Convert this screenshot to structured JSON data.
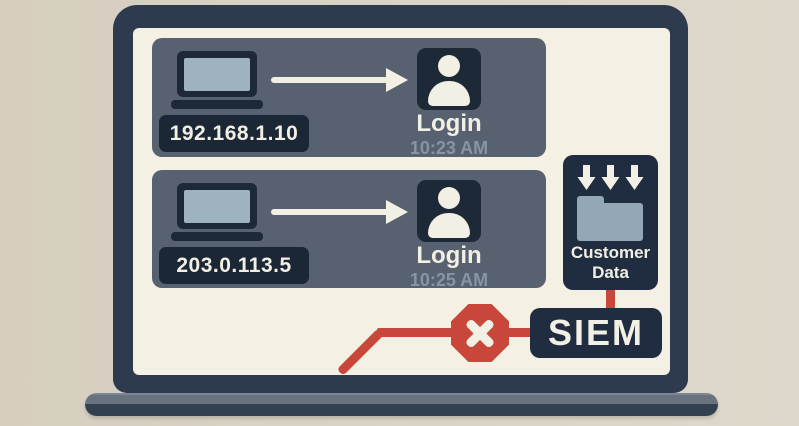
{
  "colors": {
    "background": "#d6cfc0",
    "background_light": "#ddd8cb",
    "bezel": "#2e3a4d",
    "screen": "#f5f0e4",
    "panel": "#57616f",
    "icon_navy": "#1e2938",
    "badge_navy": "#1c2736",
    "data_navy": "#202c3f",
    "laptop_glass": "#9fb2c0",
    "folder": "#93a7b7",
    "cream": "#f2efe4",
    "muted": "#8795a3",
    "red": "#c8473a",
    "base_top": "#68737f",
    "base_bottom": "#33404f"
  },
  "login_events": [
    {
      "ip": "192.168.1.10",
      "action": "Login",
      "time": "10:23 AM"
    },
    {
      "ip": "203.0.113.5",
      "action": "Login",
      "time": "10:25 AM"
    }
  ],
  "data_store": {
    "line1": "Customer",
    "line2": "Data"
  },
  "siem": {
    "label": "SIEM"
  },
  "icons": {
    "computer-icon": "css-laptop-shape",
    "arrow-right-icon": "css-line-with-triangle",
    "user-icon": "css-person-silhouette",
    "download-arrows-icon": "svg-triple-down-arrows",
    "folder-icon": "css-folder-with-tab",
    "blocked-x-icon": "css-red-octagon-with-cross"
  }
}
